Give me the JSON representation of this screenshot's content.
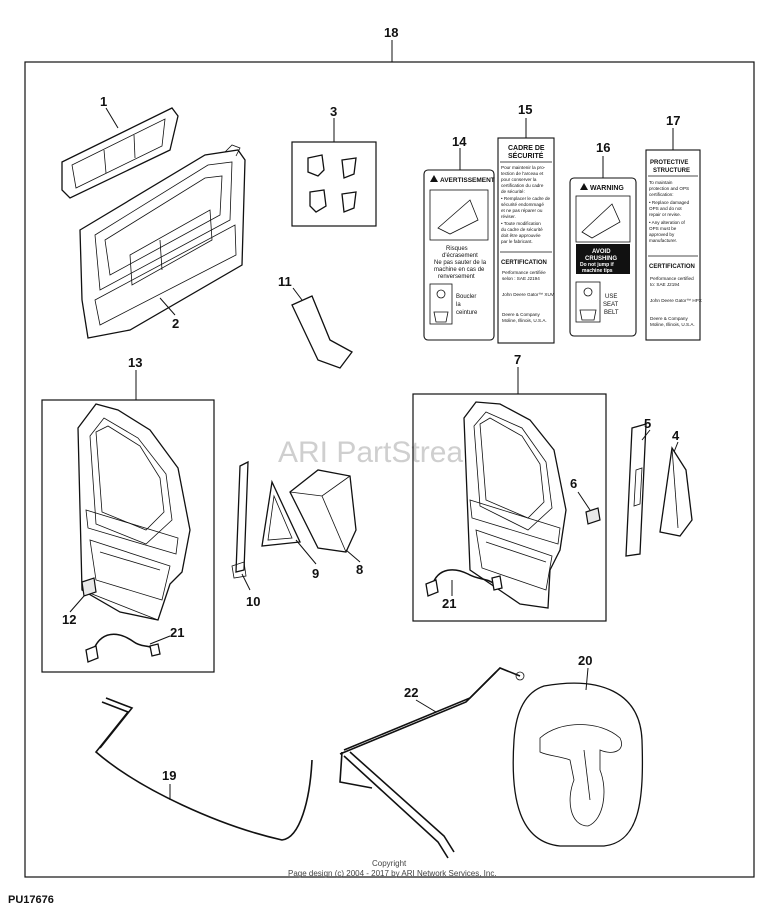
{
  "watermark": "ARI PartStream",
  "watermark_mark": "™",
  "document_id": "PU17676",
  "footer": {
    "line1": "Copyright",
    "line2": "Page design (c) 2004 - 2017 by ARI Network Services, Inc."
  },
  "callouts": {
    "c1": "1",
    "c2": "2",
    "c3": "3",
    "c4": "4",
    "c5": "5",
    "c6": "6",
    "c7": "7",
    "c8": "8",
    "c9": "9",
    "c10": "10",
    "c11": "11",
    "c12": "12",
    "c13": "13",
    "c14": "14",
    "c15": "15",
    "c16": "16",
    "c17": "17",
    "c18": "18",
    "c19": "19",
    "c20": "20",
    "c21a": "21",
    "c21b": "21",
    "c22": "22"
  },
  "decals": {
    "d14": {
      "header": "AVERTISSEMENT",
      "middle": [
        "Risques",
        "d'écrasement",
        "Ne pas sauter de la",
        "machine en cas de",
        "renversement"
      ],
      "bottom": [
        "Boucler",
        "la",
        "ceinture"
      ]
    },
    "d15": {
      "header": [
        "CADRE DE",
        "SÉCURITÉ"
      ],
      "body": [
        "Pour maintenir la pro-",
        "tection de l'arceau et",
        "pour conserver la",
        "certification du cadre",
        "de sécurité:",
        "• Remplacer le cadre de",
        "sécurité endommagé",
        "et ne pas réparer ou",
        "réviser.",
        "• Toute modification",
        "du cadre de sécurité",
        "doit être approuvée",
        "par le fabricant."
      ],
      "cert": "CERTIFICATION",
      "cert_body": [
        "Performance certifiée",
        "selon : SAE J2194",
        "John Deere Gator™ XUV",
        "Deere & Company",
        "Moline, Illinois, U.S.A."
      ]
    },
    "d16": {
      "header": "WARNING",
      "avoid": [
        "AVOID",
        "CRUSHING",
        "Do not jump if",
        "machine tips"
      ],
      "bottom": [
        "USE",
        "SEAT",
        "BELT"
      ]
    },
    "d17": {
      "header": [
        "PROTECTIVE",
        "STRUCTURE"
      ],
      "body": [
        "To maintain",
        "protection and OPS",
        "certification:",
        "• Replace damaged",
        "OPS and do not",
        "repair or revise.",
        "• Any alteration of",
        "OPS must be",
        "approved by",
        "manufacturer."
      ],
      "cert": "CERTIFICATION",
      "cert_body": [
        "Performance certified",
        "to: SAE J2194",
        "John Deere Gator™ HPX",
        "Deere & Company",
        "Moline, Illinois, U.S.A."
      ]
    }
  }
}
